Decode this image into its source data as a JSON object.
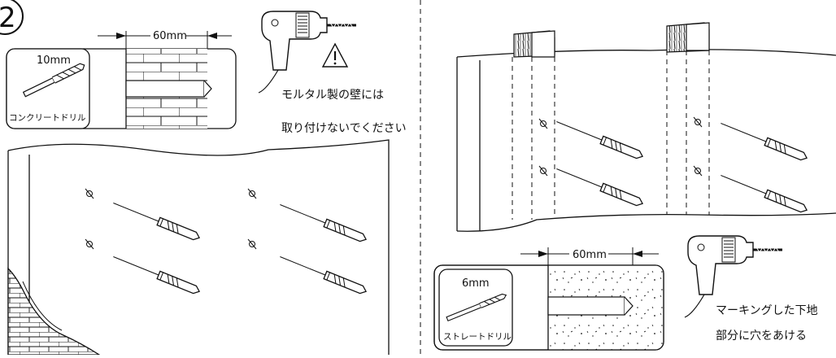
{
  "step_number": "2",
  "left_panel": {
    "bit_size": "10mm",
    "bit_label": "コンクリートドリル",
    "depth": "60mm",
    "warning_line1": "モルタル製の壁には",
    "warning_line2": "取り付けないでください"
  },
  "right_panel": {
    "bit_size": "6mm",
    "bit_label": "ストレートドリル",
    "depth": "60mm",
    "instruction_line1": "マーキングした下地",
    "instruction_line2": "部分に穴をあける"
  },
  "icons": [
    "drill-icon",
    "warning-icon",
    "drill-bit-icon",
    "anchor-icon",
    "screw-icon",
    "cross-mark-icon"
  ]
}
